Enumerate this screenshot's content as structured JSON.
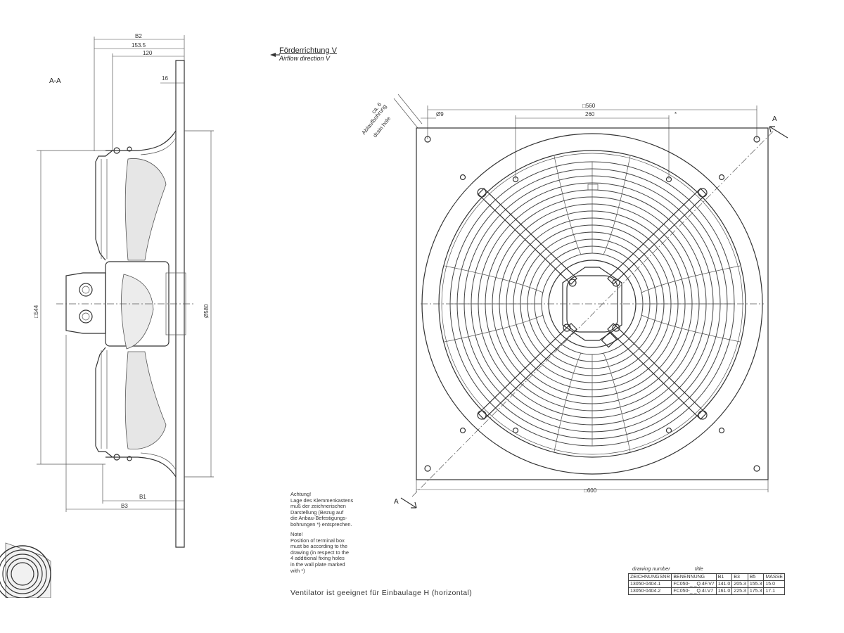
{
  "section_label": "A-A",
  "section_marker": "A",
  "side_view_dims": {
    "b2": "B2",
    "d153": "153.5",
    "d120": "120",
    "d16": "16",
    "sq544": "□544",
    "dia580": "Ø580",
    "b1": "B1",
    "b3": "B3"
  },
  "airflow": {
    "de": "Förderrichtung V",
    "en": "Airflow direction V"
  },
  "front_view_dims": {
    "sq560": "□560",
    "d260": "260",
    "dia9": "Ø9",
    "sq600": "□600",
    "star": "*",
    "drain": "ca. 6",
    "drain2": "Ablaufbohrung",
    "drain3": "drain hole"
  },
  "notes": {
    "de": "Achtung!\nLage des Klemmenkastens\nmuß der zeichnerischen\nDarstellung (Bezug auf\ndie Anbau-Befestigungs-\nbohrungen *) entsprechen.",
    "en": "Note!\nPosition of terminal box\nmust be according to the\ndrawing (in respect to the\n4 additional fixing holes\nin the wall plate marked\nwith *)"
  },
  "install_note": "Ventilator ist geeignet für Einbaulage H (horizontal)",
  "title_block": {
    "drawing_number_label": "drawing number",
    "title_label": "title",
    "headers": [
      "ZEICHNUNGSNR",
      "BENENNUNG",
      "B1",
      "B3",
      "B5",
      "MASSE"
    ],
    "rows": [
      [
        "13050-0404.1",
        "FC050-_ _Q.4F.V7",
        "141.0",
        "205.3",
        "155.3",
        "15.0"
      ],
      [
        "13050-0404.2",
        "FC050-_ _Q.4I.V7",
        "161.0",
        "225.3",
        "175.3",
        "17.1"
      ]
    ]
  }
}
